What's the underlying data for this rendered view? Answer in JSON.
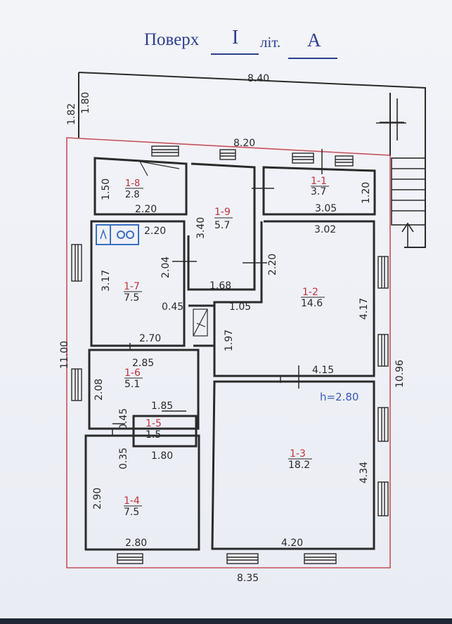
{
  "header": {
    "floor_label": "Поверх",
    "floor_value": "I",
    "lit_label": "літ.",
    "lit_value": "A"
  },
  "dimensions": {
    "top_outer": "8.40",
    "left_outer_1": "1.82",
    "left_outer_2": "1.80",
    "top_inner": "8.20",
    "total_left": "11.00",
    "total_right": "10.96",
    "bottom": "8.35",
    "room8_w": "1.50",
    "room8_bottom": "2.20",
    "room9_h": "3.40",
    "room9_bottom": "1.68",
    "room1_h": "1.20",
    "room1_w": "3.05",
    "room7_top": "2.20",
    "room7_h1": "3.17",
    "room7_h2": "2.04",
    "room7_bottom": "2.70",
    "corr_small": "0.45",
    "corr_w": "1.05",
    "corr_h": "1.97",
    "room2_top": "3.02",
    "room2_left": "2.20",
    "room2_right": "4.17",
    "room2_bottom": "4.15",
    "room6_top": "2.85",
    "room6_left": "2.08",
    "room6_gap": "0.45",
    "room5_top": "1.85",
    "room5_bottom": "1.80",
    "room4_gap": "0.35",
    "room4_h": "2.90",
    "room4_bottom": "2.80",
    "room3_right": "4.34",
    "room3_bottom": "4.20"
  },
  "ceiling_height": "h=2.80",
  "rooms": [
    {
      "id": "1-1",
      "area": "3.7"
    },
    {
      "id": "1-2",
      "area": "14.6"
    },
    {
      "id": "1-3",
      "area": "18.2"
    },
    {
      "id": "1-4",
      "area": "7.5"
    },
    {
      "id": "1-5",
      "area": "1.5"
    },
    {
      "id": "1-6",
      "area": "5.1"
    },
    {
      "id": "1-7",
      "area": "7.5"
    },
    {
      "id": "1-8",
      "area": "2.8"
    },
    {
      "id": "1-9",
      "area": "5.7"
    }
  ],
  "colors": {
    "ink": "#2a2a2a",
    "title_blue": "#2d3f8e",
    "room_red": "#c0343c",
    "outline_red": "#c8505a",
    "stove_blue": "#3a6fc2"
  }
}
